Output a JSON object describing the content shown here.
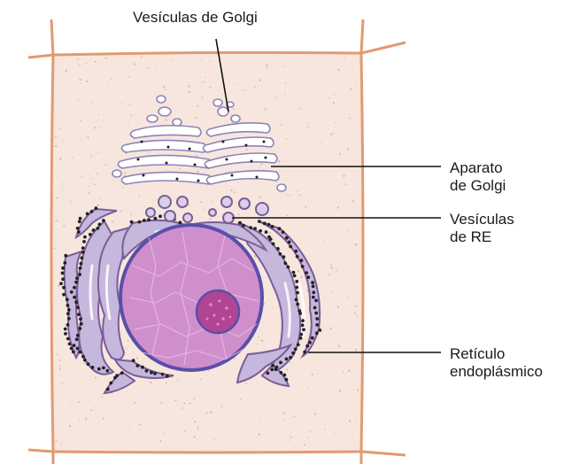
{
  "colors": {
    "cell_wall": "#e39a6f",
    "cytoplasm": "#f7e6dd",
    "nucleus_fill": "#cf8fcd",
    "nucleus_border": "#5a4fa8",
    "nucleolus": "#b04595",
    "er_fill": "#c6b7dd",
    "er_border": "#7a5d98",
    "golgi_fill": "#ffffff",
    "golgi_border": "#8c84b8",
    "ribosome": "#222222",
    "leader_line": "#111111"
  },
  "labels": {
    "golgi_vesicles": "Vesículas de Golgi",
    "golgi_apparatus": [
      "Aparato",
      "de Golgi"
    ],
    "er_vesicles": [
      "Vesículas",
      "de RE"
    ],
    "endoplasmic_reticulum": [
      "Retículo",
      "endoplásmico"
    ]
  },
  "icons": {
    "cell": "plant-cell-illustration",
    "nucleus": "nucleus-illustration",
    "nucleolus": "nucleolus-illustration",
    "golgi": "golgi-stack-illustration",
    "er": "rough-er-illustration"
  }
}
